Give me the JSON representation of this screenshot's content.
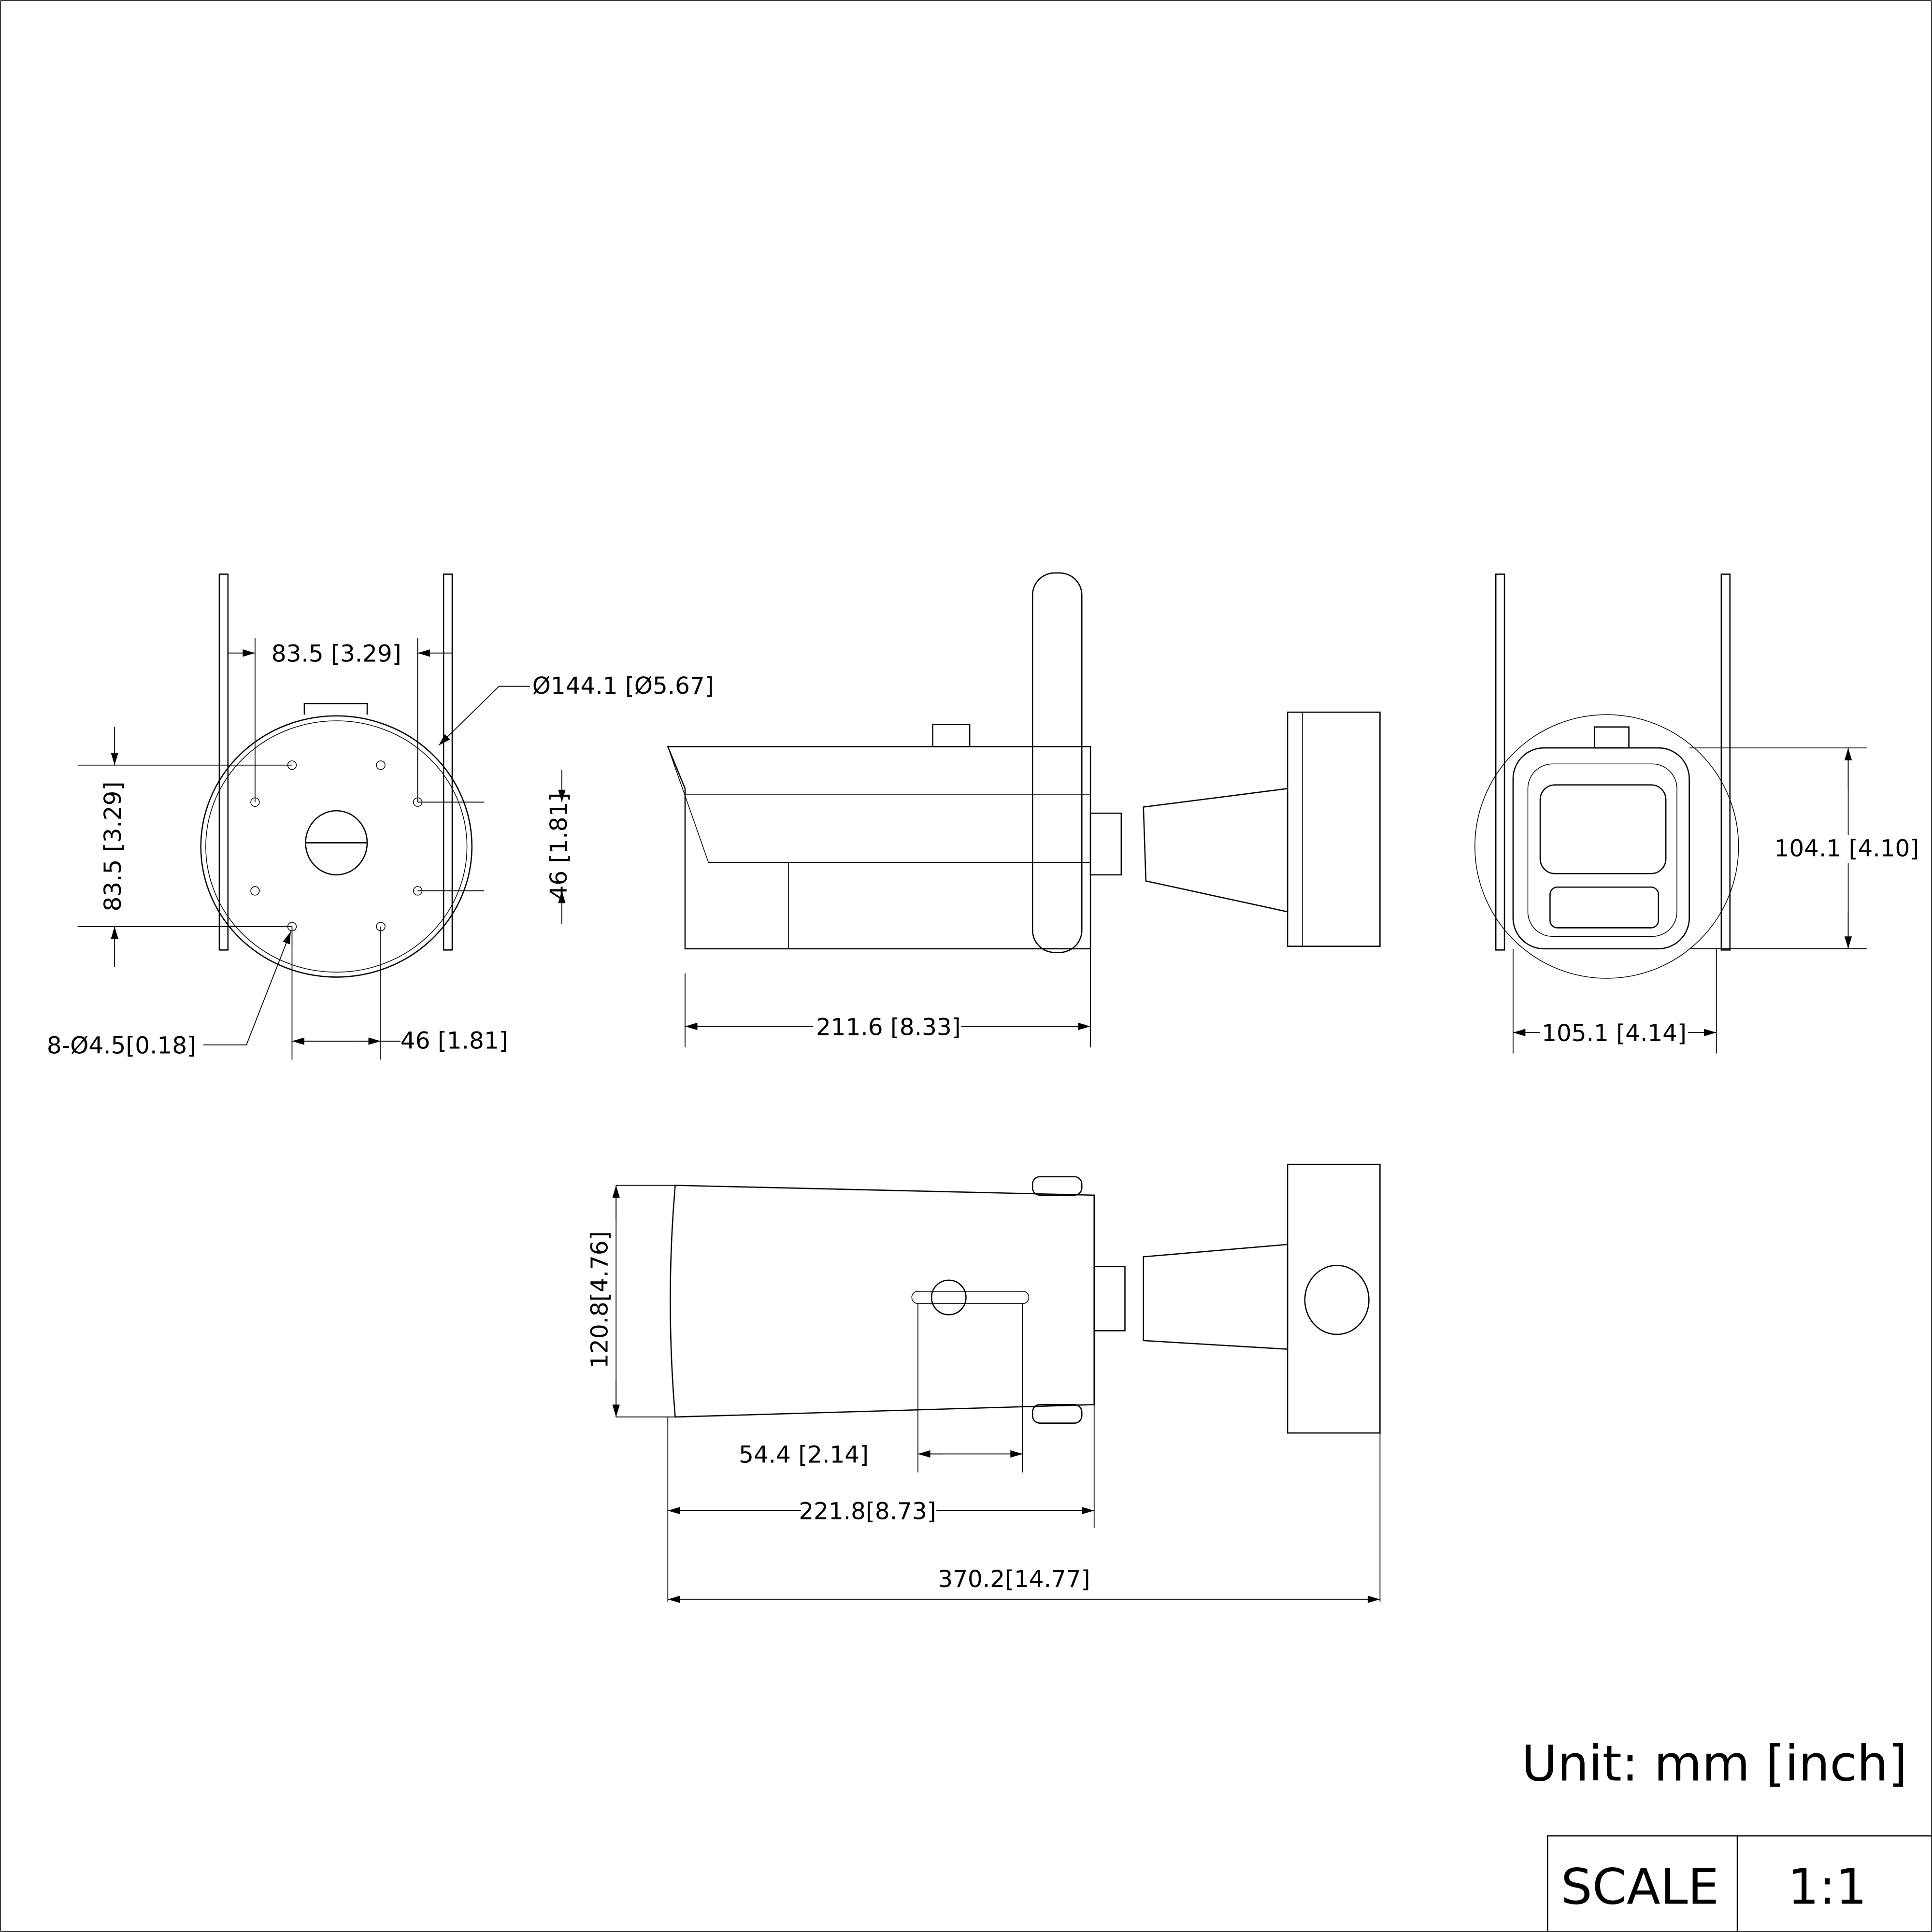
{
  "diagram": {
    "title": "Bullet camera dimension drawing",
    "back_view": {
      "hole_spacing_h": "83.5 [3.29]",
      "diameter": "Ø144.1 [Ø5.67]",
      "hole_spacing_v": "83.5 [3.29]",
      "inner_spacing_v": "46 [1.81]",
      "holes": "8-Ø4.5[0.18]",
      "inner_spacing_h": "46 [1.81]"
    },
    "side_view": {
      "length": "211.6 [8.33]"
    },
    "front_view": {
      "height": "104.1 [4.10]",
      "width": "105.1 [4.14]"
    },
    "bottom_view": {
      "height": "120.8[4.76]",
      "slot": "54.4 [2.14]",
      "body_length": "221.8[8.73]",
      "total_length": "370.2[14.77]"
    },
    "unit": "Unit: mm [inch]",
    "scale_label": "SCALE",
    "scale_value": "1:1"
  }
}
